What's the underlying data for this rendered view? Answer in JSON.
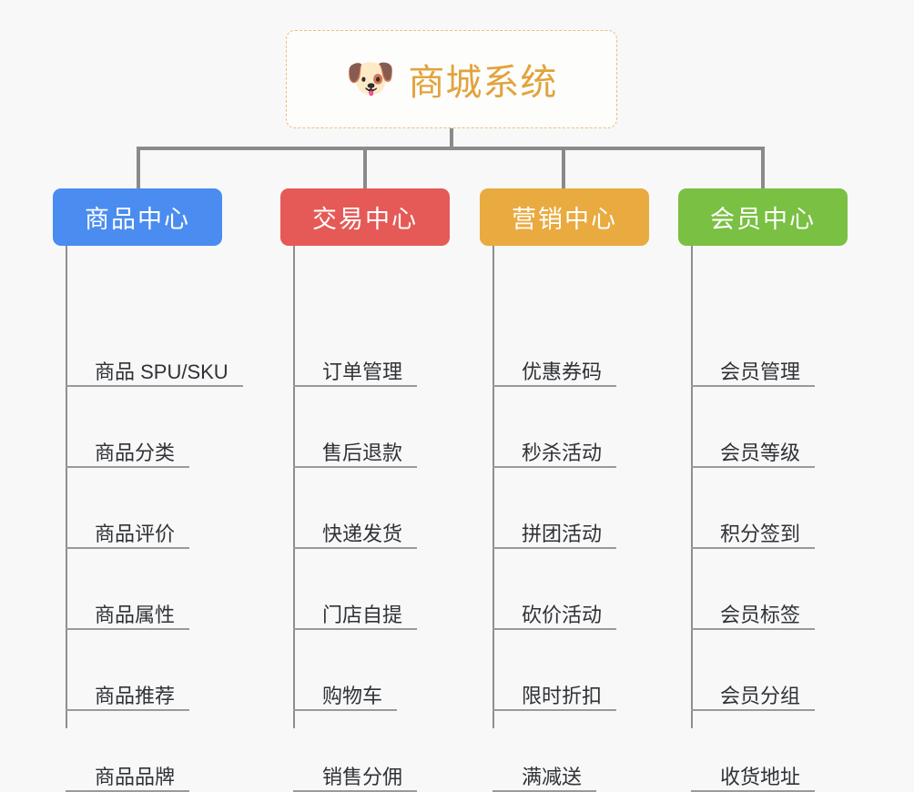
{
  "diagram": {
    "type": "mind-map",
    "title": "商城系统",
    "background_color": "#f8f8f8",
    "root": {
      "icon": "shiba-dog-face-icon",
      "emoji": "🐶",
      "label": "商城系统",
      "text_color": "#e2a33c",
      "border_color": "#e9be7a"
    },
    "connector_color": "#8a8a8a",
    "branches": [
      {
        "label": "商品中心",
        "color": "#4a8cf0",
        "items": [
          "商品 SPU/SKU",
          "商品分类",
          "商品评价",
          "商品属性",
          "商品推荐",
          "商品品牌"
        ]
      },
      {
        "label": "交易中心",
        "color": "#e55a56",
        "items": [
          "订单管理",
          "售后退款",
          "快递发货",
          "门店自提",
          "购物车",
          "销售分佣"
        ]
      },
      {
        "label": "营销中心",
        "color": "#e9aa3f",
        "items": [
          "优惠券码",
          "秒杀活动",
          "拼团活动",
          "砍价活动",
          "限时折扣",
          "满减送"
        ]
      },
      {
        "label": "会员中心",
        "color": "#79c043",
        "items": [
          "会员管理",
          "会员等级",
          "积分签到",
          "会员标签",
          "会员分组",
          "收货地址"
        ]
      }
    ]
  }
}
